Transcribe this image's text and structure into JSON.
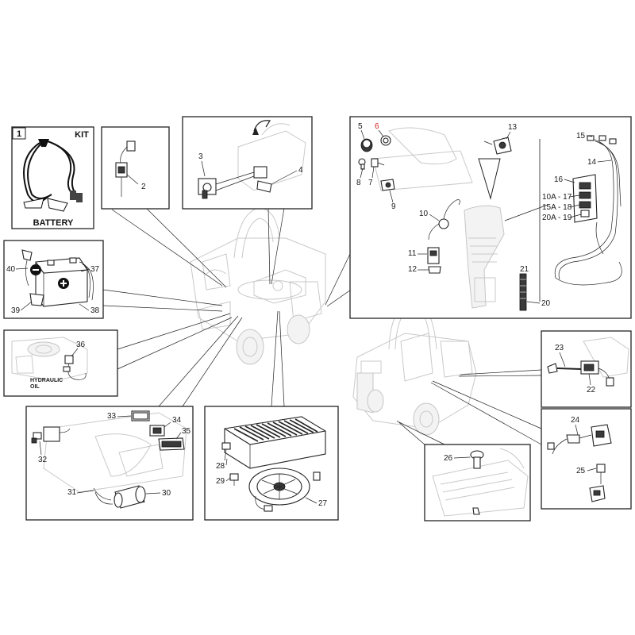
{
  "diagram": {
    "panels": {
      "kit": {
        "number": "1",
        "heading": "KIT",
        "caption": "BATTERY"
      },
      "hydraulic": {
        "label_line1": "HYDRAULIC",
        "label_line2": "OIL"
      }
    },
    "callouts": {
      "c2": "2",
      "c3": "3",
      "c4": "4",
      "c5": "5",
      "c6": "6",
      "c7": "7",
      "c8": "8",
      "c9": "9",
      "c10": "10",
      "c11": "11",
      "c12": "12",
      "c13": "13",
      "c14": "14",
      "c15": "15",
      "c16": "16",
      "c17": "10A - 17",
      "c18": "15A - 18",
      "c19": "20A - 19",
      "c20": "20",
      "c21": "21",
      "c22": "22",
      "c23": "23",
      "c24": "24",
      "c25": "25",
      "c26": "26",
      "c27": "27",
      "c28": "28",
      "c29": "29",
      "c30": "30",
      "c31": "31",
      "c32": "32",
      "c33": "33",
      "c34": "34",
      "c35": "35",
      "c36": "36",
      "c37": "37",
      "c38": "38",
      "c39": "39",
      "c40": "40"
    },
    "colors": {
      "highlight": "#d42020",
      "line": "#222222",
      "ghost": "#c9c9c9"
    }
  }
}
